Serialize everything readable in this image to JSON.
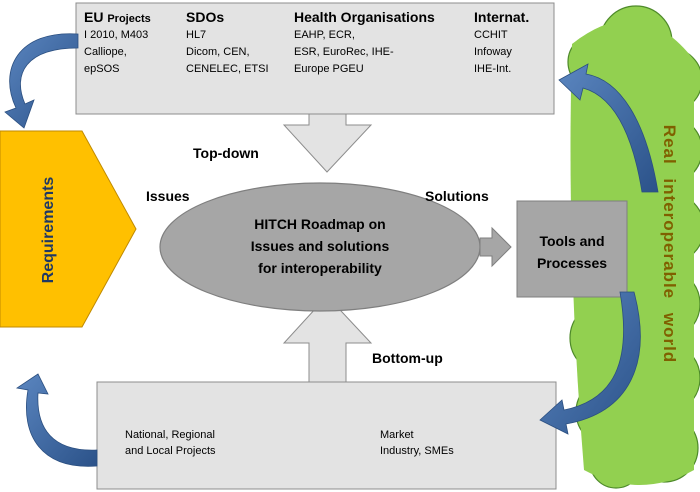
{
  "top_box": {
    "columns": [
      {
        "title": "EU",
        "title_small": "Projects",
        "lines": [
          "I 2010, M403",
          "Calliope,",
          "epSOS"
        ]
      },
      {
        "title": "SDOs",
        "lines": [
          "HL7",
          "Dicom, CEN,",
          "CENELEC, ETSI"
        ]
      },
      {
        "title": "Health Organisations",
        "lines": [
          "EAHP, ECR,",
          "ESR, EuroRec, IHE-",
          "Europe PGEU"
        ]
      },
      {
        "title": "Internat.",
        "lines": [
          "CCHIT",
          "Infoway",
          "IHE-Int."
        ]
      }
    ]
  },
  "labels": {
    "top_down": "Top-down",
    "bottom_up": "Bottom-up",
    "issues": "Issues",
    "solutions": "Solutions",
    "requirements": "Requirements",
    "real_world": "Real interoperable world"
  },
  "center": {
    "lines": [
      "HITCH Roadmap on",
      "Issues and solutions",
      "for interoperability"
    ]
  },
  "tools": {
    "lines": [
      "Tools and",
      "Processes"
    ]
  },
  "bottom_box": {
    "left": [
      "National, Regional",
      "and Local Projects"
    ],
    "right": [
      "Market",
      "Industry, SMEs"
    ]
  },
  "colors": {
    "box_fill": "#e3e3e3",
    "box_border": "#8c8c8c",
    "ellipse_fill": "#a6a6a6",
    "tools_fill": "#a6a6a6",
    "requirements_fill": "#ffc000",
    "requirements_text": "#1f3864",
    "cloud_fill": "#92d050",
    "cloud_border": "#4e8a2a",
    "real_world_text": "#7f6000",
    "curved_arrow": "#3a66a0"
  }
}
